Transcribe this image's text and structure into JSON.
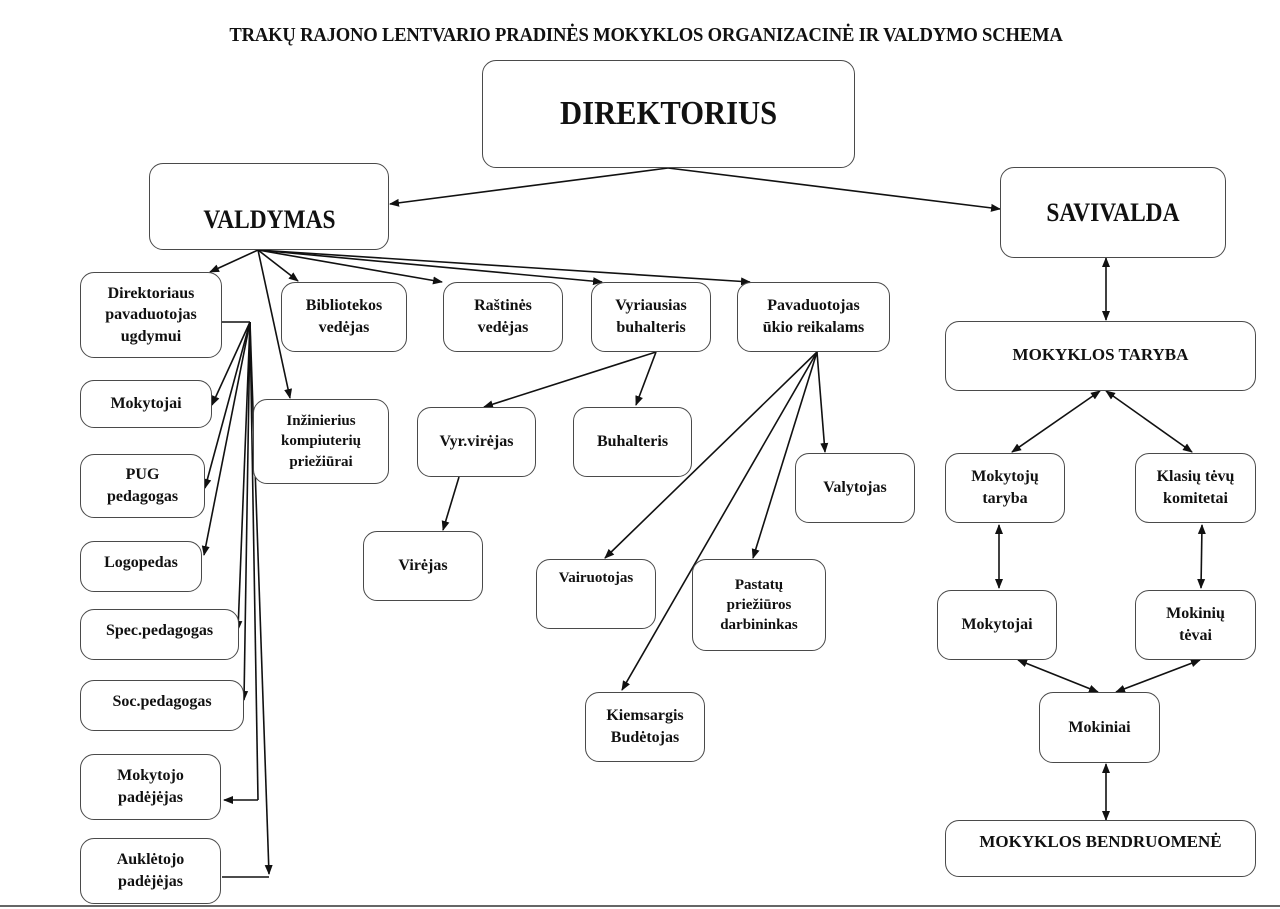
{
  "title": "TRAKŲ RAJONO LENTVARIO PRADINĖS MOKYKLOS ORGANIZACINĖ IR VALDYMO SCHEMA",
  "nodes": {
    "direktorius": "DIREKTORIUS",
    "valdymas": "VALDYMAS",
    "savivalda": "SAVIVALDA",
    "pavaduotojas_ugdymui": "Direktoriaus\npavaduotojas\nugdymui",
    "bibliotekos_vedejas": "Bibliotekos\nvedėjas",
    "rastines_vedejas": "Raštinės\nvedėjas",
    "vyr_buhalteris": "Vyriausias\nbuhalteris",
    "pavaduotojas_ukio": "Pavaduotojas\nūkio reikalams",
    "inzinierius": "Inžinierius\nkompiuterių\npriežiūrai",
    "mokytojai_left": "Mokytojai",
    "pug_pedagogas": "PUG\npedagogas",
    "logopedas": "Logopedas",
    "spec_pedagogas": "Spec.pedagogas",
    "soc_pedagogas": "Soc.pedagogas",
    "mokytojo_padejejas": "Mokytojo\npadėjėjas",
    "aukletojo_padejejas": "Auklėtojo\npadėjėjas",
    "vyr_virejas": "Vyr.virėjas",
    "buhalteris": "Buhalteris",
    "virejas": "Virėjas",
    "valytojas": "Valytojas",
    "vairuotojas": "Vairuotojas",
    "pastatu_darbininkas": "Pastatų\npriežiūros\ndarbininkas",
    "kiemsargis": "Kiemsargis\nBudėtojas",
    "mokyklos_taryba": "MOKYKLOS TARYBA",
    "mokytoju_taryba": "Mokytojų\ntaryba",
    "klasiu_komitetai": "Klasių tėvų\nkomitetai",
    "mokytojai_right": "Mokytojai",
    "mokiniu_tevai": "Mokinių\ntėvai",
    "mokiniai": "Mokiniai",
    "bendruomene": "MOKYKLOS BENDRUOMENĖ"
  },
  "colors": {
    "line": "#111111",
    "border": "#4a4a4a"
  }
}
